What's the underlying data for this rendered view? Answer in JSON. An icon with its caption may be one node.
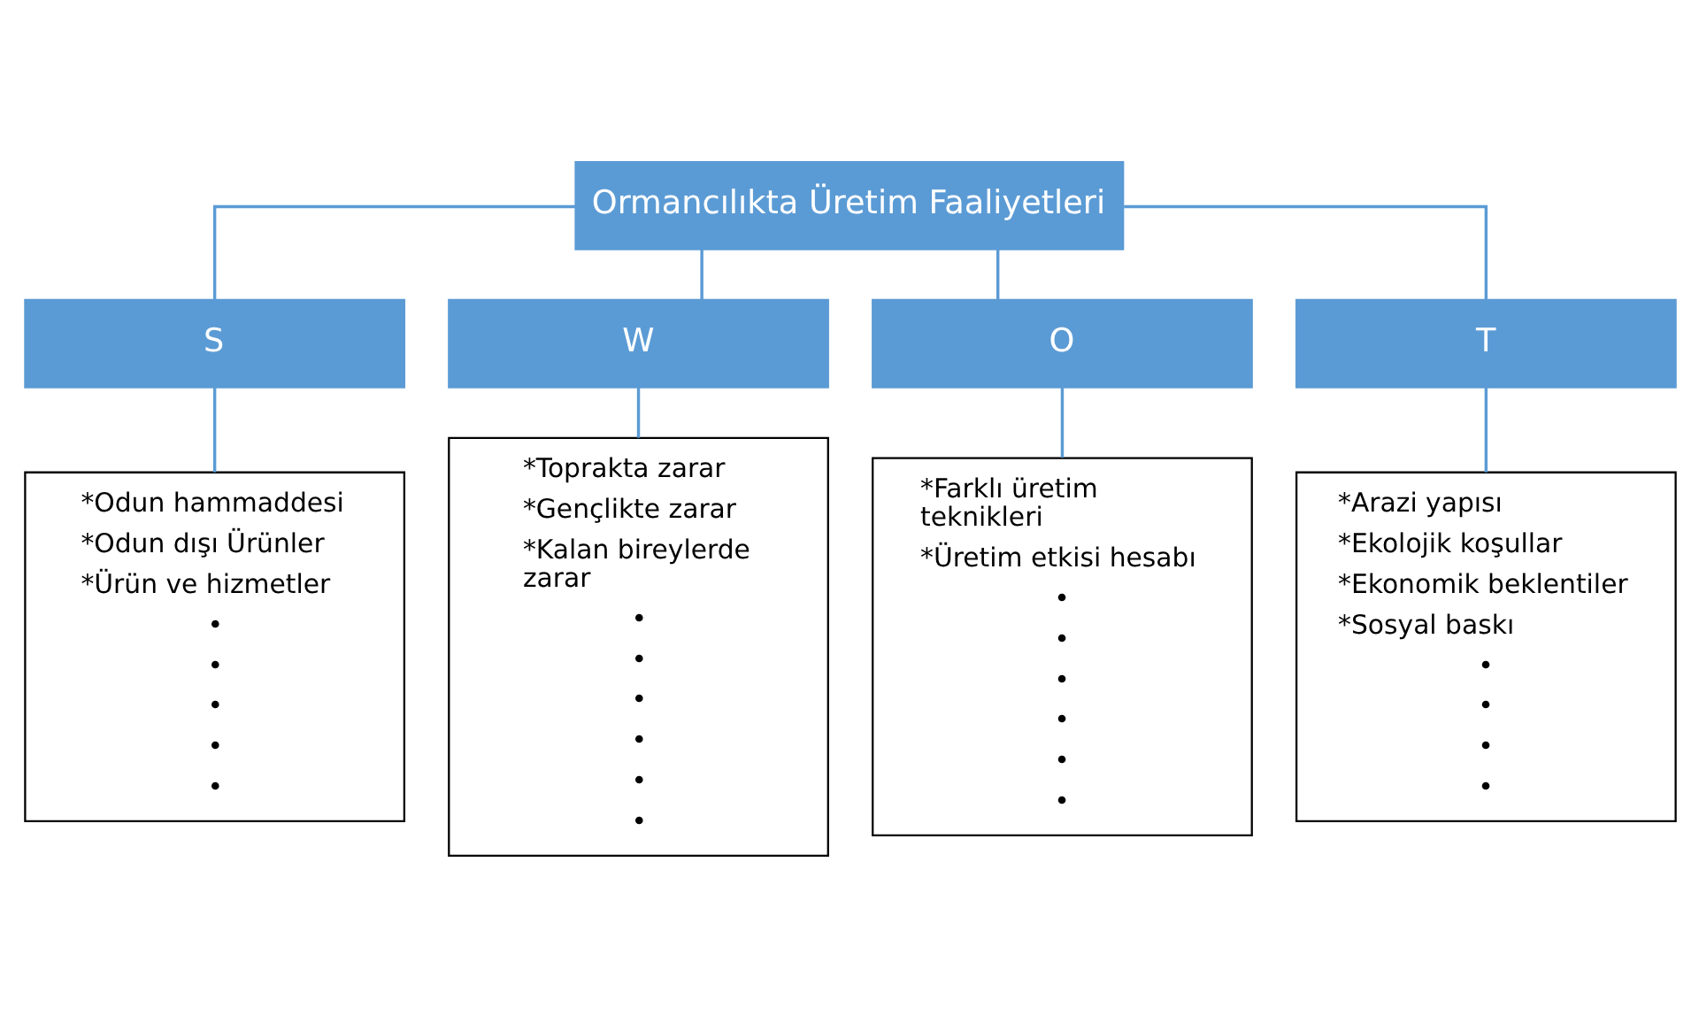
{
  "diagram": {
    "nodes": [
      {
        "text": [
          "Ormancılıkta Üretim Faaliyetleri"
        ]
      },
      {
        "text": [
          "S"
        ]
      },
      {
        "text": [
          "W"
        ]
      },
      {
        "text": [
          "O"
        ]
      },
      {
        "text": [
          "T"
        ]
      },
      {
        "text": [
          "*Odun hammaddesi",
          "*Odun dışı Ürünler",
          "*Ürün ve hizmetler",
          "•",
          "•",
          "•",
          "•",
          "•"
        ]
      },
      {
        "text": [
          "*Toprakta zarar",
          "*Gençlikte zarar",
          "*Kalan bireylerde zarar",
          "•",
          "•",
          "•",
          "•",
          "•",
          "•"
        ]
      },
      {
        "text": [
          "*Farklı üretim teknikleri",
          "*Üretim etkisi hesabı",
          "•",
          "•",
          "•",
          "•",
          "•",
          "•"
        ]
      },
      {
        "text": [
          "*Arazi yapısı",
          "*Ekolojik koşullar",
          "*Ekonomik beklentiler",
          "*Sosyal baskı",
          "•",
          "•",
          "•",
          "•"
        ]
      }
    ],
    "edges": [
      {
        "from": 0,
        "to": 1,
        "arrow": "none"
      },
      {
        "from": 0,
        "to": 2,
        "arrow": "none"
      },
      {
        "from": 0,
        "to": 3,
        "arrow": "none"
      },
      {
        "from": 0,
        "to": 4,
        "arrow": "none"
      },
      {
        "from": 1,
        "to": 5,
        "arrow": "none"
      },
      {
        "from": 2,
        "to": 6,
        "arrow": "none"
      },
      {
        "from": 3,
        "to": 7,
        "arrow": "none"
      },
      {
        "from": 4,
        "to": 8,
        "arrow": "none"
      }
    ]
  }
}
